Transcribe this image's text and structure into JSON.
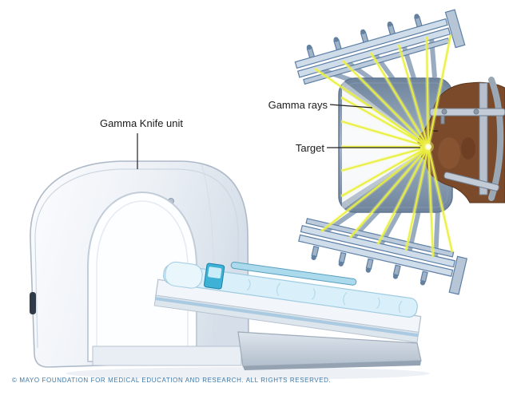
{
  "figure": {
    "labels": {
      "gamma_knife_unit": "Gamma Knife unit",
      "gamma_rays": "Gamma rays",
      "target": "Target"
    },
    "footer": {
      "copyright": "© MAYO FOUNDATION FOR MEDICAL EDUCATION AND RESEARCH. ALL RIGHTS RESERVED."
    },
    "colors": {
      "beam_color": "#e9ef3c",
      "beam_glow": "#f7fa9b",
      "helmet_color": "#8095ab",
      "machine_body": "#eef2f7",
      "mattress_blue": "#d9eff9",
      "accent_teal": "#3eb1d7",
      "skin_tone": "#7b4a2b",
      "label_text": "#1b1b1b",
      "copyright_text": "#3f78a6",
      "background": "#ffffff"
    }
  }
}
